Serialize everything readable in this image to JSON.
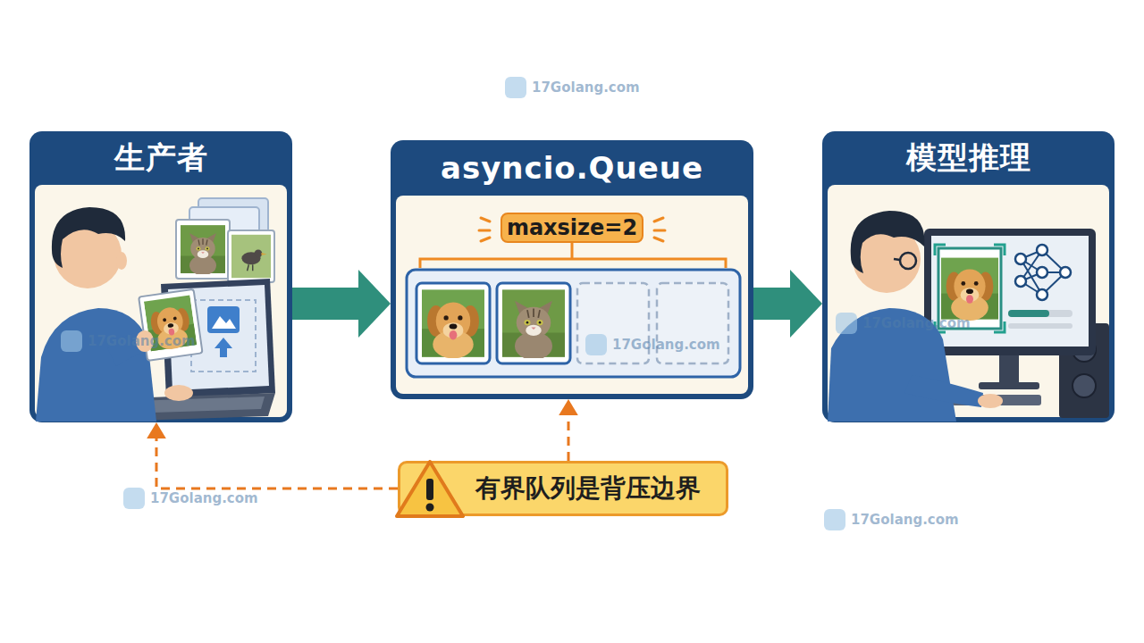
{
  "diagram": {
    "nodes": [
      {
        "text": [
          "生产者"
        ]
      },
      {
        "text": [
          "asyncio.Queue"
        ]
      },
      {
        "text": [
          "maxsize=2"
        ],
        "in": 1
      },
      {
        "text": [
          "模型推理"
        ]
      },
      {
        "text": [
          "有界队列是背压边界"
        ]
      }
    ],
    "edges": [
      {
        "from": 0,
        "to": 1,
        "arrow": "to"
      },
      {
        "from": 1,
        "to": 3,
        "arrow": "to"
      },
      {
        "from": 4,
        "to": 0,
        "arrow": "to"
      },
      {
        "from": 4,
        "to": 1,
        "arrow": "to"
      }
    ],
    "labels": [
      "17Golang.com",
      "17Golang.com",
      "17Golang.com",
      "17Golang.com",
      "17Golang.com",
      "17Golang.com"
    ]
  }
}
